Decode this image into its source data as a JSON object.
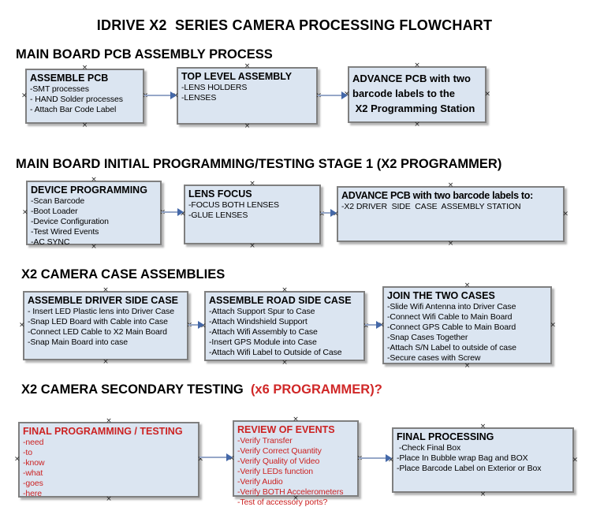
{
  "page_title": "IDRIVE X2  SERIES CAMERA PROCESSING FLOWCHART",
  "connection_handle": "×",
  "colors": {
    "box_fill": "#dbe5f1",
    "box_border": "#7f7f7f",
    "red_text": "#cc2222",
    "red_accent": "#d02727",
    "arrow_line": "#96a7c8",
    "arrow_head": "#4468a8"
  },
  "sections": [
    {
      "heading": "MAIN BOARD PCB ASSEMBLY PROCESS",
      "heading_accent": "",
      "boxes": [
        {
          "title": "ASSEMBLE PCB",
          "items": [
            "-SMT processes",
            "- HAND Solder processes",
            "- Attach Bar Code Label"
          ]
        },
        {
          "title": "TOP LEVEL ASSEMBLY",
          "items": [
            "-LENS HOLDERS",
            "-LENSES"
          ]
        },
        {
          "title": "ADVANCE PCB with two\nbarcode labels to the\n X2 Programming Station",
          "items": []
        }
      ]
    },
    {
      "heading": "MAIN BOARD INITIAL PROGRAMMING/TESTING STAGE 1 (X2 PROGRAMMER)",
      "heading_accent": "",
      "boxes": [
        {
          "title": "DEVICE PROGRAMMING",
          "items": [
            "-Scan Barcode",
            "-Boot Loader",
            "-Device Configuration",
            "-Test Wired Events",
            "-AC SYNC"
          ]
        },
        {
          "title": "LENS FOCUS",
          "items": [
            "-FOCUS BOTH LENSES",
            "-GLUE LENSES"
          ]
        },
        {
          "title": "ADVANCE PCB with two barcode labels to:",
          "items": [
            "-X2 DRIVER  SIDE  CASE  ASSEMBLY STATION"
          ]
        }
      ]
    },
    {
      "heading": "X2 CAMERA CASE ASSEMBLIES",
      "heading_accent": "",
      "boxes": [
        {
          "title": "ASSEMBLE DRIVER SIDE CASE",
          "items": [
            "- Insert LED Plastic lens into Driver Case",
            "-Snap LED Board with Cable into Case",
            "-Connect LED Cable to X2 Main Board",
            "-Snap Main Board into case"
          ]
        },
        {
          "title": "ASSEMBLE ROAD SIDE CASE",
          "items": [
            "-Attach Support Spur to Case",
            "-Attach Windshield Support",
            "-Attach Wifi Assembly to Case",
            "-Insert GPS Module into Case",
            "-Attach Wifi Label to Outside of Case"
          ]
        },
        {
          "title": "JOIN THE TWO CASES",
          "items": [
            "-Slide Wifi Antenna into Driver Case",
            "-Connect Wifi Cable to Main Board",
            "-Connect GPS Cable to Main Board",
            "-Snap Cases Together",
            "-Attach S/N Label to outside of case",
            "-Secure cases with Screw"
          ]
        }
      ]
    },
    {
      "heading": "X2 CAMERA SECONDARY TESTING  ",
      "heading_accent": "(x6 PROGRAMMER)?",
      "boxes": [
        {
          "title": "FINAL PROGRAMMING / TESTING",
          "items": [
            "-need",
            "-to",
            "-know",
            "-what",
            "-goes",
            "-here"
          ]
        },
        {
          "title": "REVIEW OF EVENTS",
          "items": [
            "-Verify Transfer",
            "-Verify Correct Quantity",
            "-Verify Quality of Video",
            "-Verify LEDs function",
            "-Verify Audio",
            "-Verify BOTH Accelerometers",
            "-Test of accessory ports?"
          ]
        },
        {
          "title": "FINAL PROCESSING",
          "items": [
            " -Check Final Box",
            "-Place In Bubble wrap Bag and BOX",
            "-Place Barcode Label on Exterior or Box"
          ]
        }
      ]
    }
  ]
}
